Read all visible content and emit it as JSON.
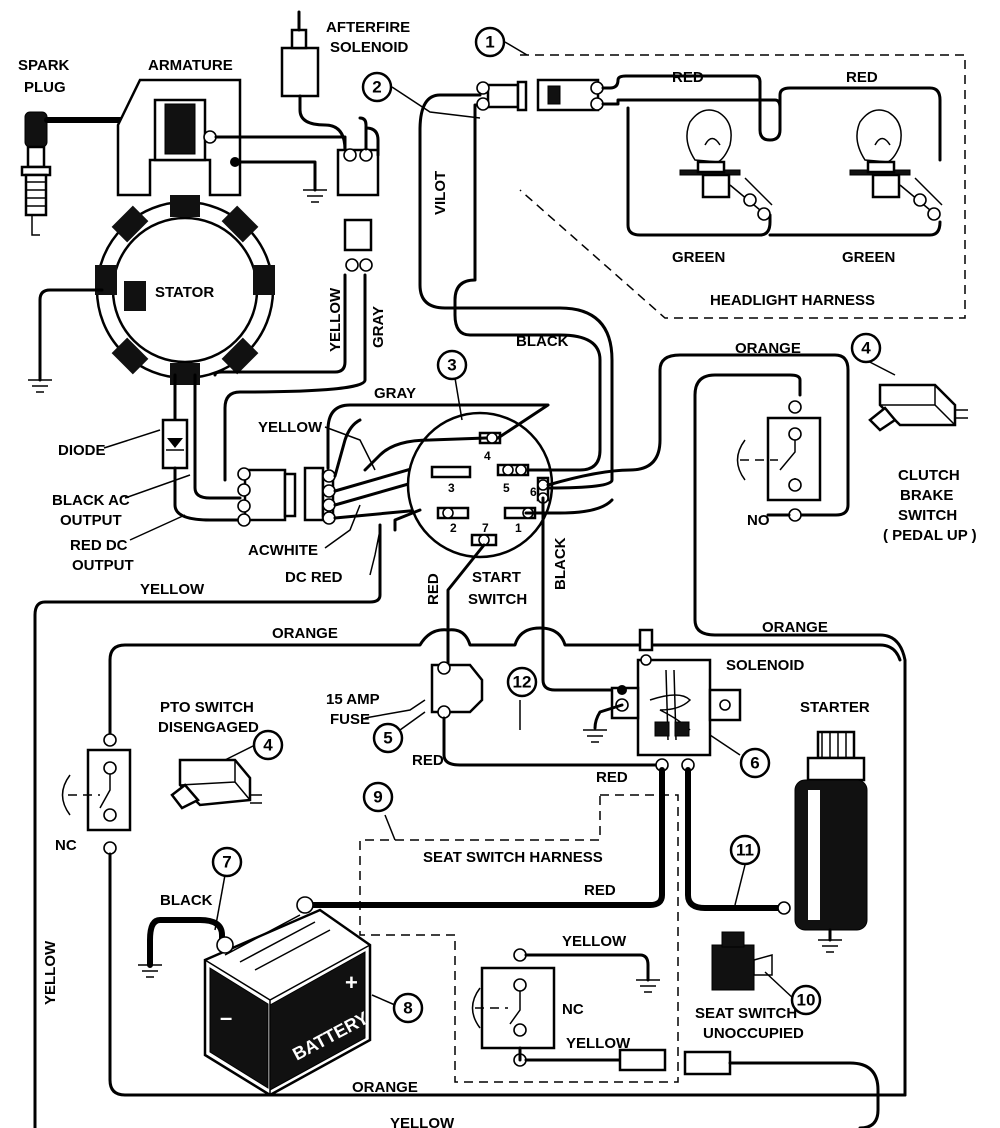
{
  "labels": {
    "spark_plug_1": "SPARK",
    "spark_plug_2": "PLUG",
    "armature": "ARMATURE",
    "afterfire_1": "AFTERFIRE",
    "afterfire_2": "SOLENOID",
    "stator": "STATOR",
    "diode": "DIODE",
    "black_ac_1": "BLACK AC",
    "black_ac_2": "OUTPUT",
    "red_dc_1": "RED DC",
    "red_dc_2": "OUTPUT",
    "ac_white": "ACWHITE",
    "dc_red": "DC RED",
    "start_switch_1": "START",
    "start_switch_2": "SWITCH",
    "headlight_harness": "HEADLIGHT HARNESS",
    "clutch_1": "CLUTCH",
    "clutch_2": "BRAKE",
    "clutch_3": "SWITCH",
    "clutch_4": "( PEDAL UP )",
    "solenoid": "SOLENOID",
    "starter": "STARTER",
    "pto_1": "PTO SWITCH",
    "pto_2": "DISENGAGED",
    "fuse_1": "15 AMP",
    "fuse_2": "FUSE",
    "seat_harness": "SEAT SWITCH HARNESS",
    "seat_sw_1": "SEAT SWITCH",
    "seat_sw_2": "UNOCCUPIED",
    "battery": "BATTERY",
    "no": "NO",
    "nc_left": "NC",
    "nc_seat": "NC",
    "plus": "+",
    "minus": "–"
  },
  "wire_labels": {
    "red_1": "RED",
    "red_2": "RED",
    "green_1": "GREEN",
    "green_2": "GREEN",
    "vilot": "VILOT",
    "black_top": "BLACK",
    "yellow_v": "YELLOW",
    "gray_v": "GRAY",
    "gray_h": "GRAY",
    "yellow_h": "YELLOW",
    "orange_clutch_top": "ORANGE",
    "orange_clutch_bottom": "ORANGE",
    "yellow_mid": "YELLOW",
    "orange_mid": "ORANGE",
    "red_fuse_up": "RED",
    "black_solenoid": "BLACK",
    "red_fuse_down": "RED",
    "red_sol": "RED",
    "black_battery": "BLACK",
    "red_battery": "RED",
    "yellow_seat_top": "YELLOW",
    "yellow_seat_bottom": "YELLOW",
    "orange_bottom": "ORANGE",
    "yellow_bottom": "YELLOW",
    "yellow_left": "YELLOW"
  },
  "terminals": {
    "t4": "4",
    "t5": "5",
    "t3": "3",
    "t6": "6",
    "t2": "2",
    "t7": "7",
    "t1": "1"
  },
  "callouts": [
    "1",
    "2",
    "3",
    "4",
    "4",
    "5",
    "6",
    "7",
    "8",
    "9",
    "10",
    "11",
    "12"
  ]
}
